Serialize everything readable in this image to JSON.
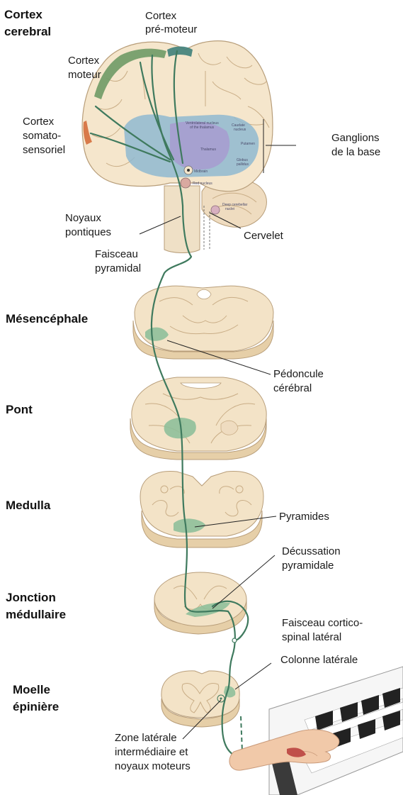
{
  "labels": {
    "cortex_cerebral": [
      "Cortex",
      "cerebral"
    ],
    "cortex_premoteur": [
      "Cortex",
      "pré-moteur"
    ],
    "cortex_moteur": [
      "Cortex",
      "moteur"
    ],
    "cortex_somatosensoriel": [
      "Cortex",
      "somato-",
      "sensoriel"
    ],
    "ganglions": [
      "Ganglions",
      "de la base"
    ],
    "noyaux_pontiques": [
      "Noyaux",
      "pontiques"
    ],
    "cervelet": "Cervelet",
    "faisceau_pyramidal": [
      "Faisceau",
      "pyramidal"
    ],
    "mesencephale": "Mésencéphale",
    "pedoncule": [
      "Pédoncule",
      "cérébral"
    ],
    "pont": "Pont",
    "medulla": "Medulla",
    "pyramides": "Pyramides",
    "decussation": [
      "Décussation",
      "pyramidale"
    ],
    "jonction": [
      "Jonction",
      "médullaire"
    ],
    "faisceau_cortico": [
      "Faisceau cortico-",
      "spinal latéral"
    ],
    "colonne_laterale": "Colonne latérale",
    "moelle": [
      "Moelle",
      "épinière"
    ],
    "zone_laterale": [
      "Zone latérale",
      "intermédiaire et",
      "noyaux moteurs"
    ]
  },
  "brain_inner_labels": {
    "ventrolateral": [
      "Ventrolateral nucleus",
      "of the thalamus"
    ],
    "caudate": [
      "Caudate",
      "nucleus"
    ],
    "thalamus": "Thalamus",
    "putamen": "Putamen",
    "globus": [
      "Globus",
      "pallidus"
    ],
    "midbrain": "Midbrain",
    "red_nucleus": "Red nucleus",
    "deep_cerebellar": [
      "Deep cerebellar",
      "nuclei"
    ]
  },
  "colors": {
    "tract": "#3f7a5e",
    "tissue": "#f3e3c7",
    "tract_region": "#8fbf9a",
    "basal_ganglia": "#8fb9d0",
    "thalamus": "#a79bd0",
    "motor_cortex": "#6f9a66",
    "premotor_cortex": "#3f7f7a",
    "somatosensory_cortex": "#d87a4a"
  }
}
